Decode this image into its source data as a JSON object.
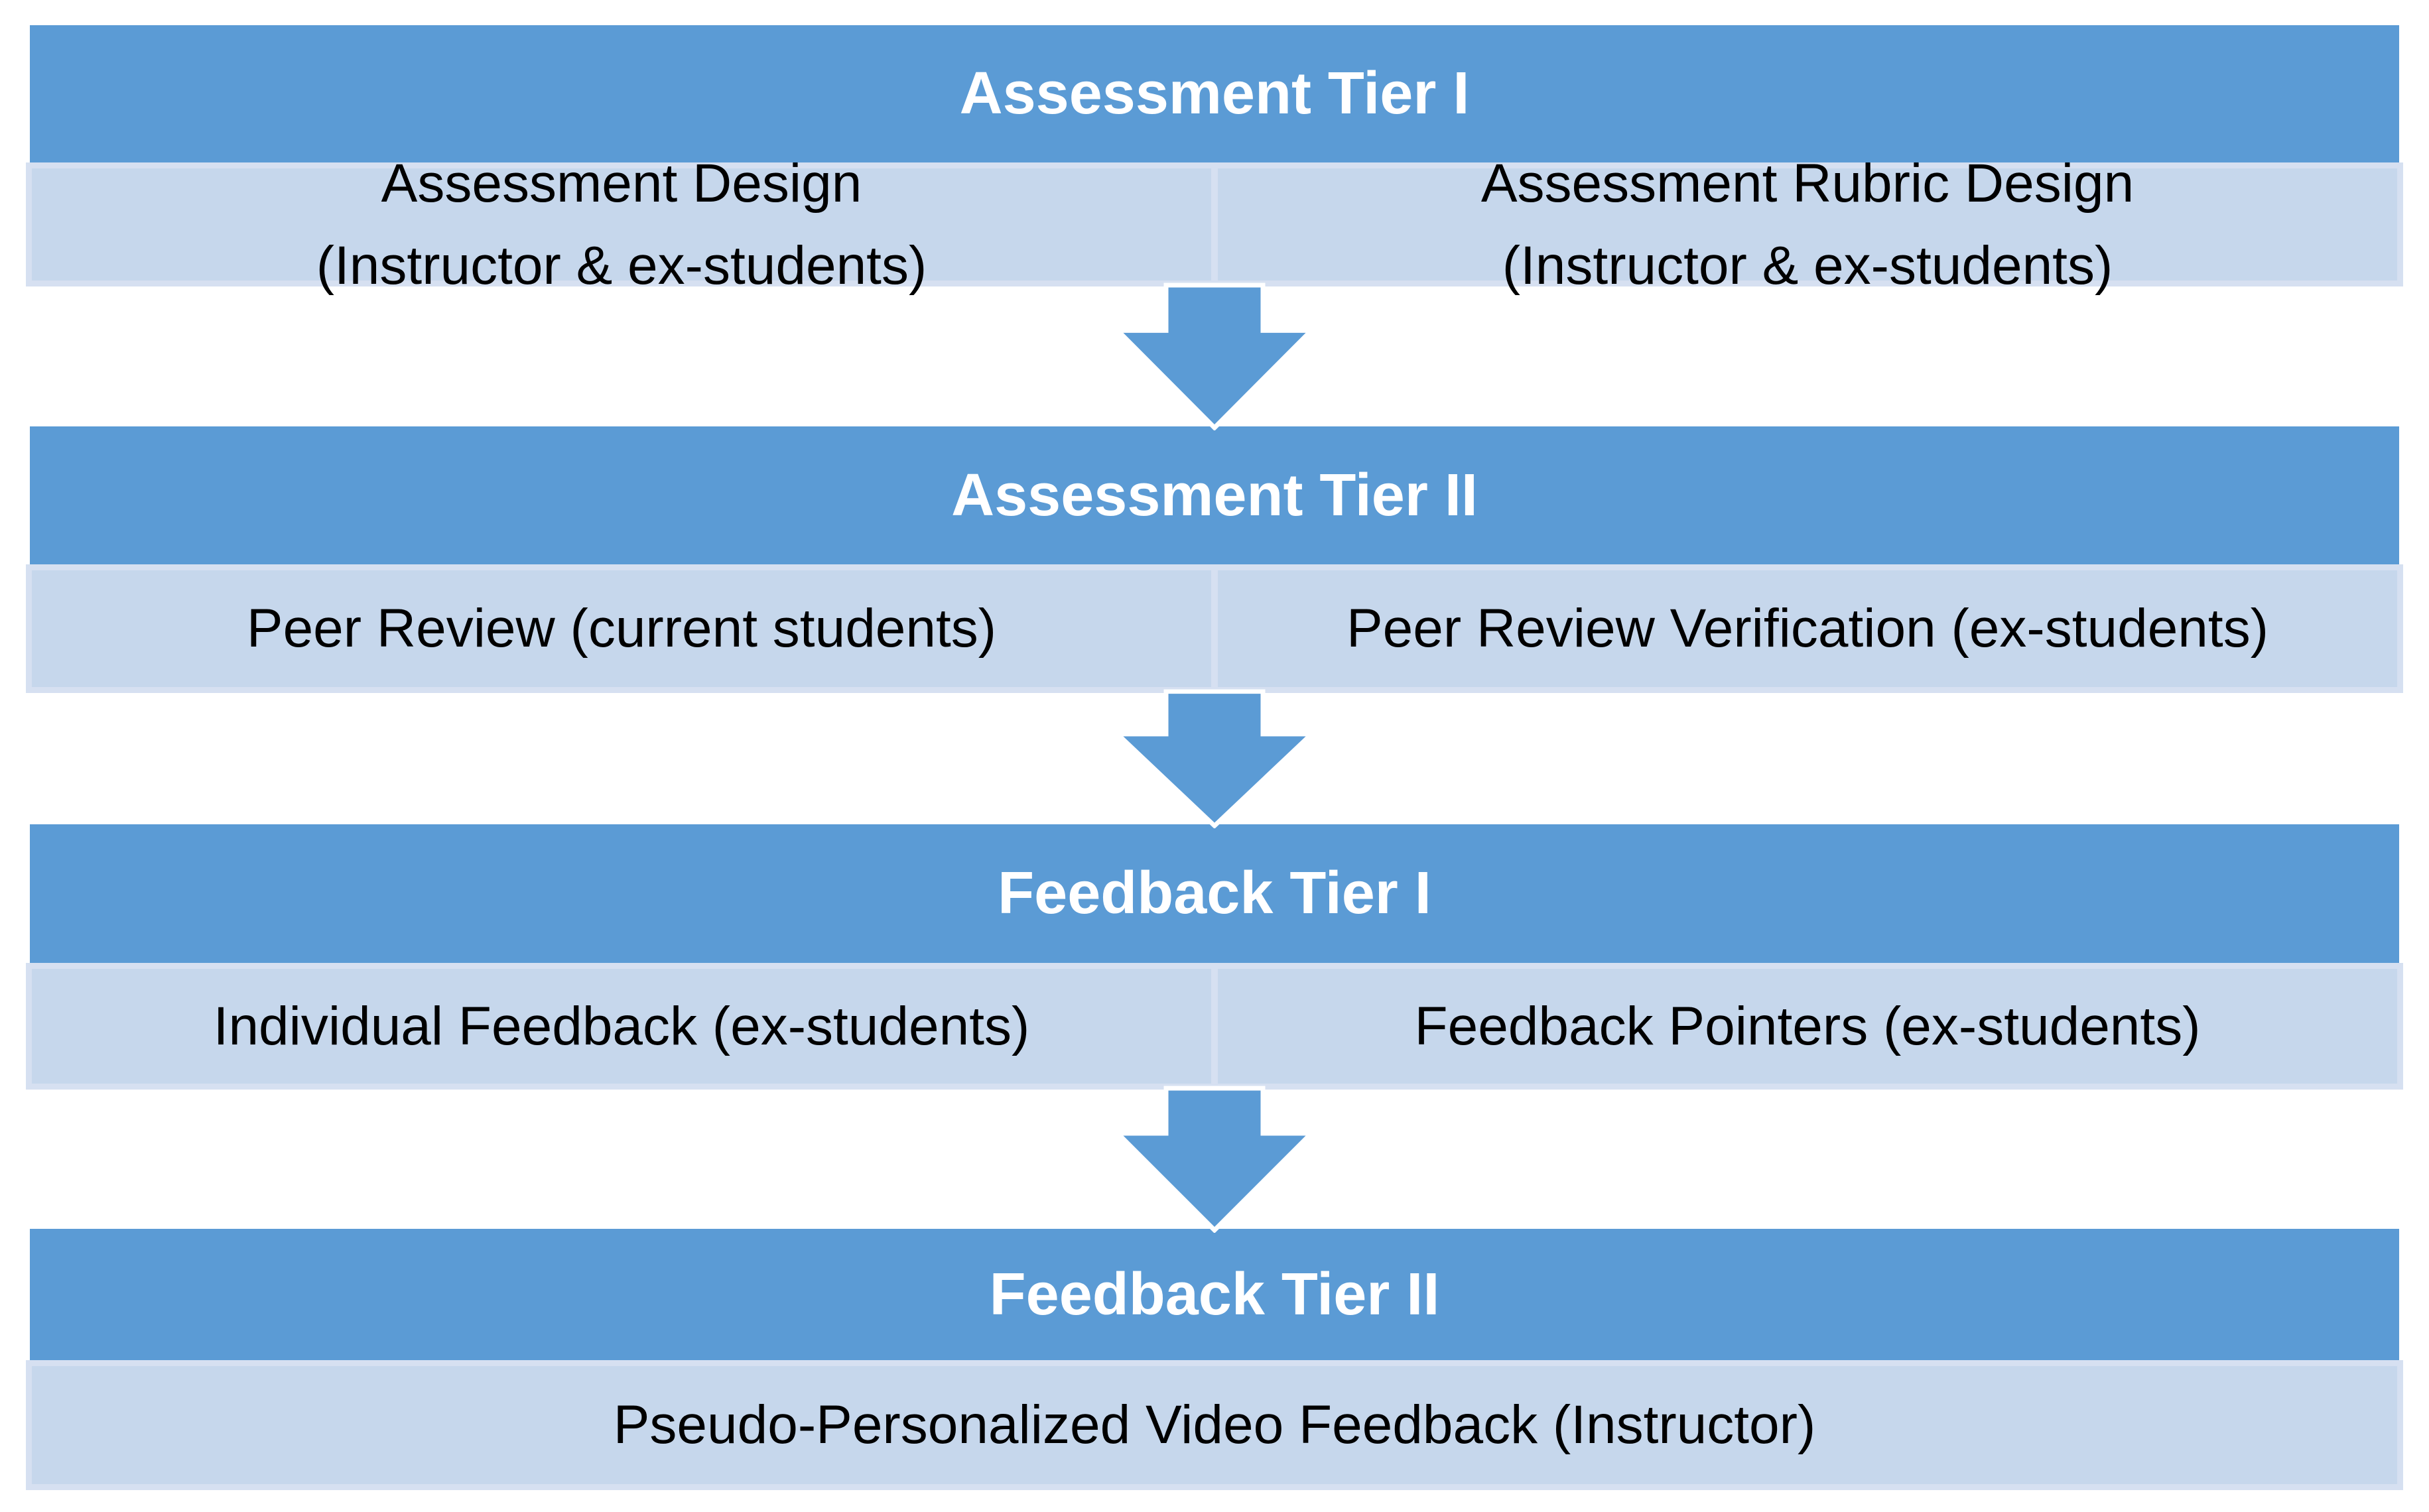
{
  "colors": {
    "header_blue": "#5b9bd5",
    "arrow_blue": "#5b9bd5",
    "arrow_outline": "#ffffff",
    "body_blue": "#c6d7ec",
    "body_edge": "#d6e0f1",
    "header_text": "#ffffff",
    "body_text": "#000000"
  },
  "tiers": [
    {
      "title": "Assessment Tier I",
      "cells": [
        {
          "line1": "Assessment Design",
          "line2": "(Instructor & ex-students)"
        },
        {
          "line1": "Assessment Rubric Design",
          "line2": "(Instructor & ex-students)"
        }
      ]
    },
    {
      "title": "Assessment Tier II",
      "cells": [
        {
          "line1": "Peer Review (current students)",
          "line2": ""
        },
        {
          "line1": "Peer Review Verification (ex-students)",
          "line2": ""
        }
      ]
    },
    {
      "title": "Feedback Tier I",
      "cells": [
        {
          "line1": "Individual Feedback (ex-students)",
          "line2": ""
        },
        {
          "line1": "Feedback Pointers (ex-students)",
          "line2": ""
        }
      ]
    },
    {
      "title": "Feedback Tier II",
      "cells": [
        {
          "line1": "Pseudo-Personalized Video Feedback (Instructor)",
          "line2": ""
        }
      ]
    }
  ]
}
